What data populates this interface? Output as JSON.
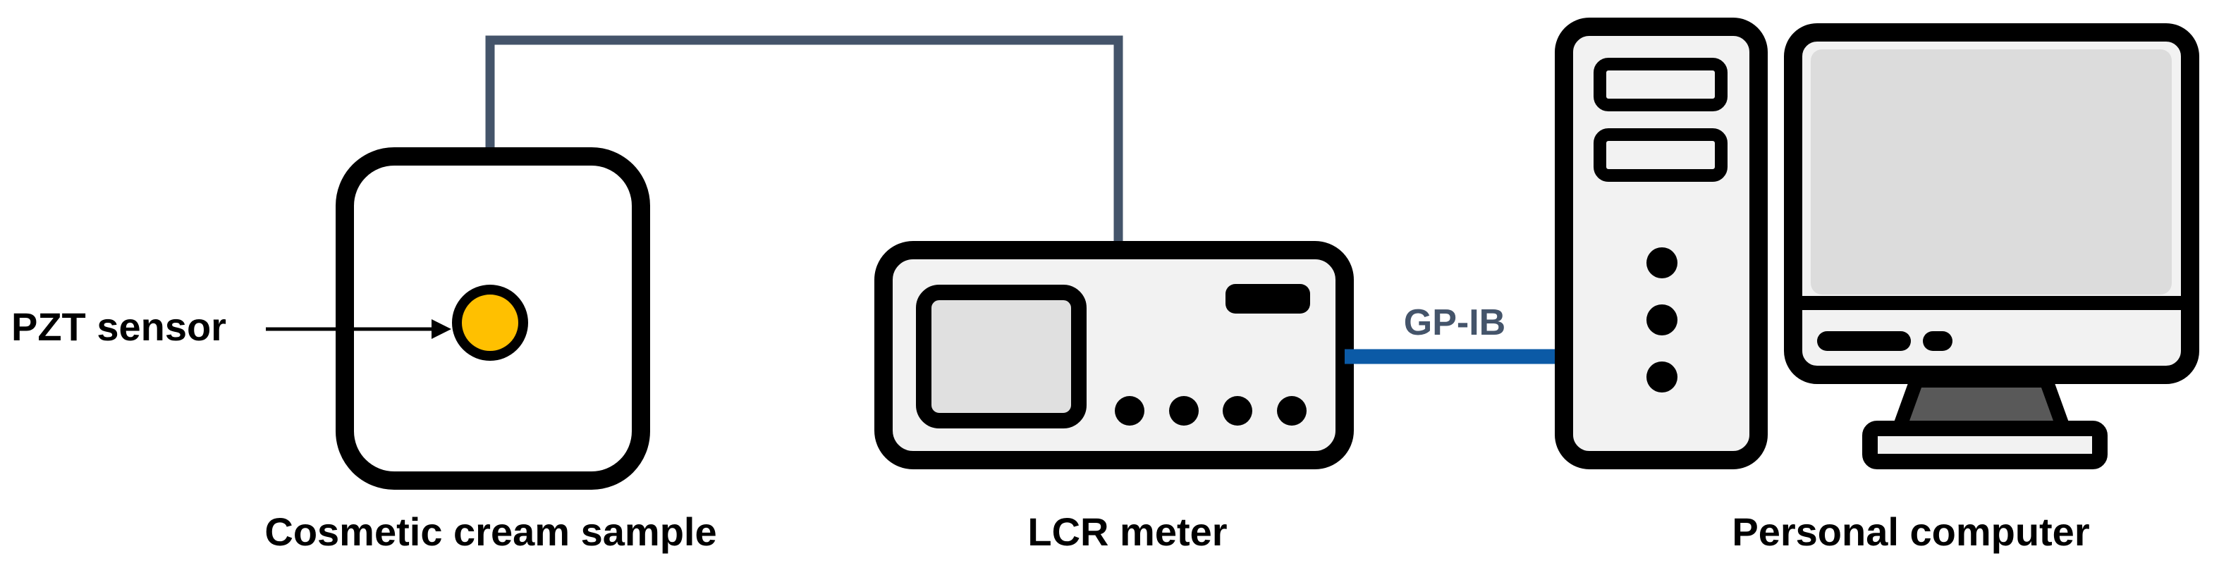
{
  "labels": {
    "pzt_sensor": "PZT sensor",
    "cosmetic_sample": "Cosmetic cream sample",
    "lcr_meter": "LCR meter",
    "personal_computer": "Personal computer",
    "connection": "GP-IB"
  },
  "colors": {
    "outline": "#000000",
    "device_fill": "#f2f2f2",
    "screen_fill": "#e0e0e0",
    "sensor_fill": "#ffc000",
    "cable": "#44546a",
    "gpib_cable": "#0b5aa6",
    "gpib_text": "#44546a",
    "stand_fill": "#595959"
  },
  "icons": {
    "sample": "cream-container",
    "sensor": "pzt-sensor-disc",
    "meter": "lcr-meter-device",
    "tower": "computer-tower",
    "monitor": "computer-monitor"
  }
}
